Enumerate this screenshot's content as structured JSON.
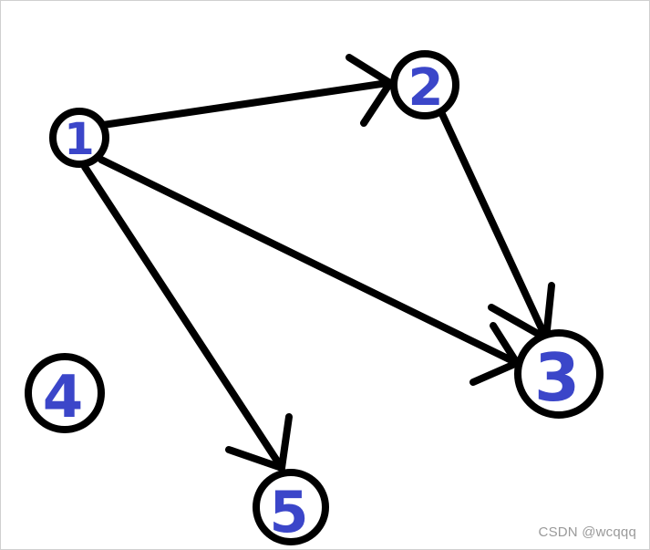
{
  "diagram": {
    "nodes": [
      {
        "id": "1",
        "label": "1"
      },
      {
        "id": "2",
        "label": "2"
      },
      {
        "id": "3",
        "label": "3"
      },
      {
        "id": "4",
        "label": "4"
      },
      {
        "id": "5",
        "label": "5"
      }
    ],
    "edges": [
      {
        "from": "1",
        "to": "2"
      },
      {
        "from": "1",
        "to": "3"
      },
      {
        "from": "1",
        "to": "5"
      },
      {
        "from": "2",
        "to": "3"
      }
    ],
    "colors": {
      "stroke": "#000000",
      "label": "#3b46c9"
    }
  },
  "watermark": "CSDN @wcqqq"
}
